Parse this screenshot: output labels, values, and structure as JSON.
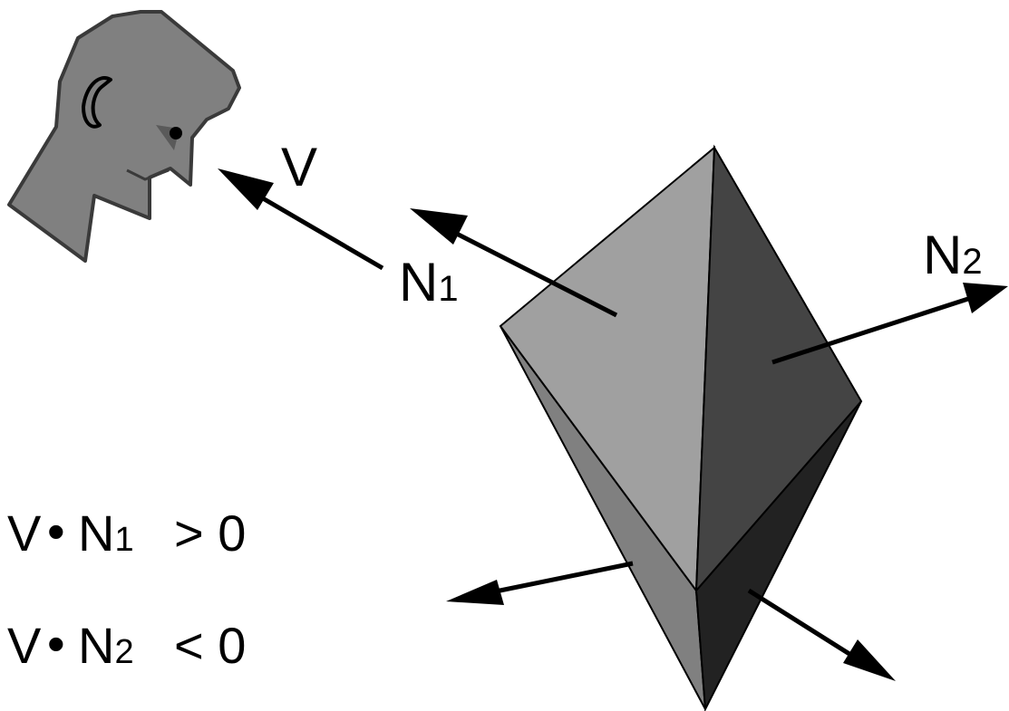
{
  "colors": {
    "stroke": "#000000",
    "head_fill": "#808080",
    "head_outline": "#3a3a3a",
    "face_front": "#a0a0a0",
    "face_right": "#444444",
    "face_lower_left": "#808080",
    "face_lower_right": "#222222",
    "background": "#ffffff"
  },
  "icons": {
    "viewer": "viewer-head-icon",
    "solid": "octahedron-solid"
  },
  "labels": {
    "view_vector": "V",
    "normal_1_letter": "N",
    "normal_1_index": "1",
    "normal_2_letter": "N",
    "normal_2_index": "2"
  },
  "equations": [
    {
      "left": "V",
      "dot": "•",
      "vector": "N",
      "index": "1",
      "relation": "> 0"
    },
    {
      "left": "V",
      "dot": "•",
      "vector": "N",
      "index": "2",
      "relation": "< 0"
    }
  ]
}
